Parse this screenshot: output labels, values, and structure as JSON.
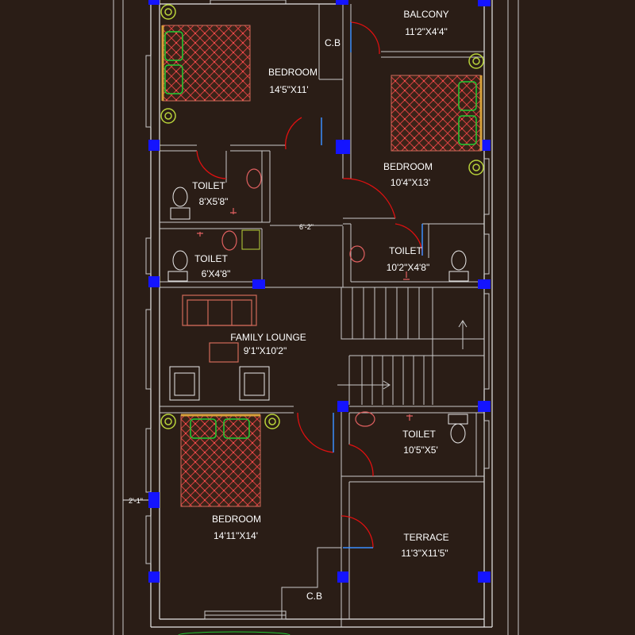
{
  "rooms": {
    "balcony": {
      "name": "BALCONY",
      "size": "11'2\"X4'4\""
    },
    "cb_top": {
      "name": "C.B"
    },
    "bedroom_1": {
      "name": "BEDROOM",
      "size": "14'5\"X11'"
    },
    "bedroom_2": {
      "name": "BEDROOM",
      "size": "10'4\"X13'"
    },
    "toilet_1": {
      "name": "TOILET",
      "size": "8'X5'8\""
    },
    "toilet_2": {
      "name": "TOILET",
      "size": "6'X4'8\""
    },
    "toilet_3": {
      "name": "TOILET",
      "size": "10'2\"X4'8\""
    },
    "family_lounge": {
      "name": "FAMILY LOUNGE",
      "size": "9'1\"X10'2\""
    },
    "toilet_4": {
      "name": "TOILET",
      "size": "10'5\"X5'"
    },
    "bedroom_3": {
      "name": "BEDROOM",
      "size": "14'11\"X14'"
    },
    "terrace": {
      "name": "TERRACE",
      "size": "11'3\"X11'5\""
    },
    "cb_bottom": {
      "name": "C.B"
    }
  },
  "dimensions": {
    "corridor_width": "6'-2\"",
    "side_offset": "2'-1\""
  },
  "colors": {
    "background": "#2a1d16",
    "walls": "#c9c9c9",
    "columns": "#1414ff",
    "door_swing": "#e01010",
    "furniture": "#d06a5a",
    "bed_hatch": "#d64040",
    "pillows": "#22cc33",
    "lamps": "#b8d23a",
    "fixtures": "#e8e8e8"
  }
}
